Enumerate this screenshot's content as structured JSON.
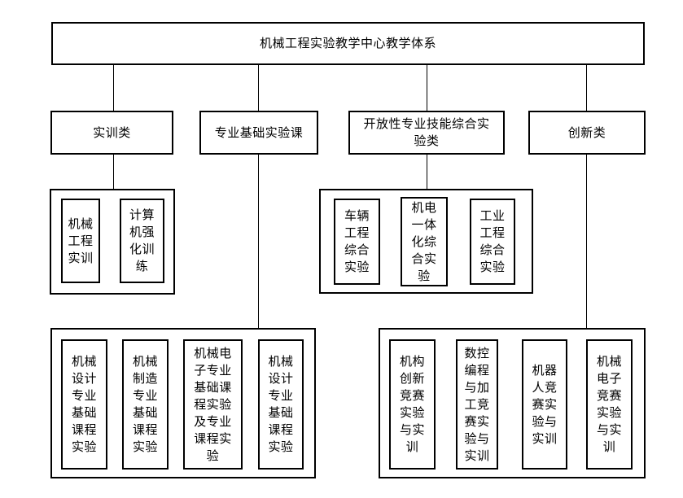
{
  "diagram": {
    "title": "机械工程实验教学中心教学体系",
    "categories": {
      "training": "实训类",
      "basic_course": "专业基础实验课",
      "open_skills": "开放性专业技能综合实\n验类",
      "innovation": "创新类"
    },
    "training_items": [
      "机械\n工程\n实训",
      "计算\n机强\n化训\n练"
    ],
    "open_skills_items": [
      "车辆\n工程\n综合\n实验",
      "机电\n一体\n化综\n合实\n验",
      "工业\n工程\n综合\n实验"
    ],
    "basic_course_items": [
      "机械\n设计\n专业\n基础\n课程\n实验",
      "机械\n制造\n专业\n基础\n课程\n实验",
      "机械电\n子专业\n基础课\n程实验\n及专业\n课程实\n验",
      "机械\n设计\n专业\n基础\n课程\n实验"
    ],
    "innovation_items": [
      "机构\n创新\n竞赛\n实验\n与实\n训",
      "数控\n编程\n与加\n工竞\n赛实\n验与\n实训",
      "机器\n人竞\n赛实\n验与\n实训",
      "机械\n电子\n竞赛\n实验\n与实\n训"
    ]
  }
}
